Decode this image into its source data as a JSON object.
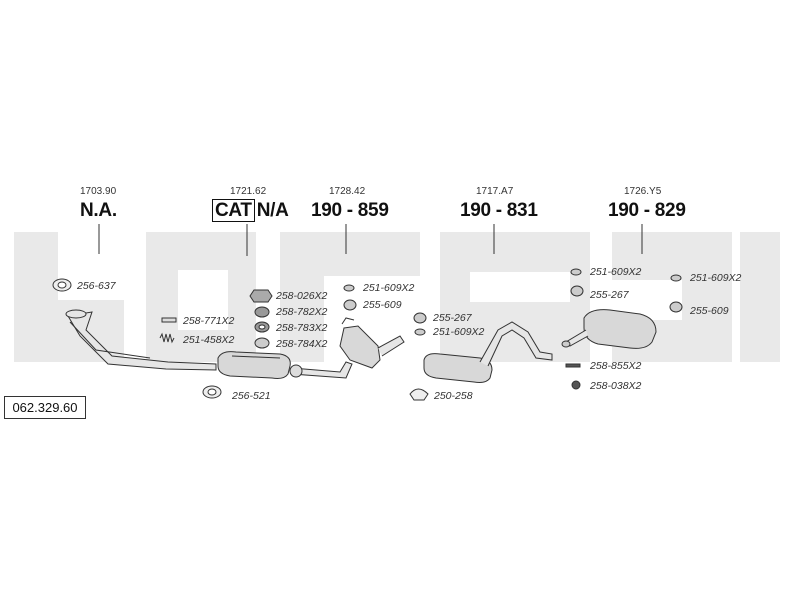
{
  "diagram_code": "062.329.60",
  "assemblies": [
    {
      "ref": "1703.90",
      "part": "N.A."
    },
    {
      "ref": "1721.62",
      "part_prefix": "CAT",
      "part": "N/A"
    },
    {
      "ref": "1728.42",
      "part": "190 - 859"
    },
    {
      "ref": "1717.A7",
      "part": "190 - 831"
    },
    {
      "ref": "1726.Y5",
      "part": "190 - 829"
    }
  ],
  "components": [
    {
      "label": "256-637"
    },
    {
      "label": "258-771X2"
    },
    {
      "label": "251-458X2"
    },
    {
      "label": "256-521"
    },
    {
      "label": "258-026X2"
    },
    {
      "label": "258-782X2"
    },
    {
      "label": "258-783X2"
    },
    {
      "label": "258-784X2"
    },
    {
      "label": "251-609X2"
    },
    {
      "label": "255-609"
    },
    {
      "label": "255-267"
    },
    {
      "label": "251-609X2"
    },
    {
      "label": "250-258"
    },
    {
      "label": "251-609X2"
    },
    {
      "label": "255-267"
    },
    {
      "label": "251-609X2"
    },
    {
      "label": "255-609"
    },
    {
      "label": "258-855X2"
    },
    {
      "label": "258-038X2"
    }
  ],
  "colors": {
    "watermark": "#e9e9e9",
    "line": "#333333",
    "part_fill": "#d8d8d8"
  }
}
